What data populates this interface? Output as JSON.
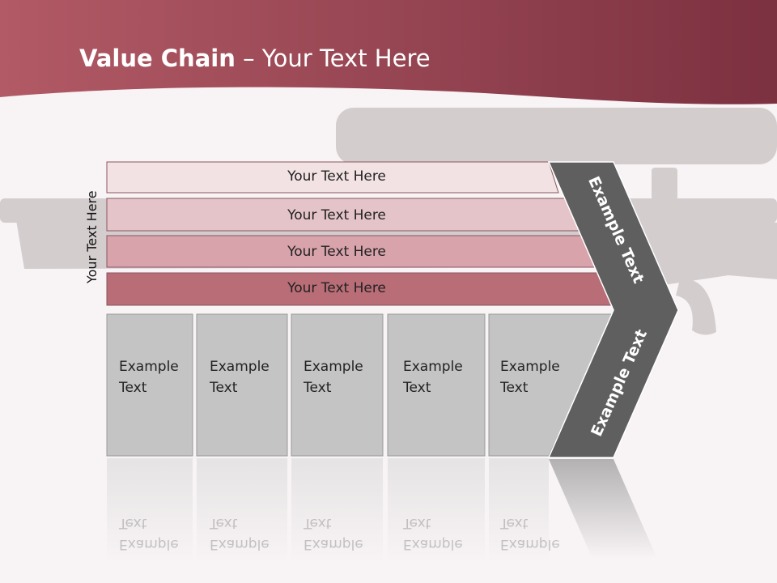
{
  "slide": {
    "title_bold": "Value Chain",
    "title_rest": " – Your Text Here",
    "side_label": "Your Text Here"
  },
  "bars": [
    {
      "label": "Your Text Here",
      "color": "#f2e2e4"
    },
    {
      "label": "Your Text Here",
      "color": "#e5c4c9"
    },
    {
      "label": "Your Text Here",
      "color": "#d8a3ab"
    },
    {
      "label": "Your Text Here",
      "color": "#b96d77"
    }
  ],
  "boxes": [
    {
      "line1": "Example",
      "line2": "Text"
    },
    {
      "line1": "Example",
      "line2": "Text"
    },
    {
      "line1": "Example",
      "line2": "Text"
    },
    {
      "line1": "Example",
      "line2": "Text"
    },
    {
      "line1": "Example",
      "line2": "Text"
    }
  ],
  "chevron": {
    "upper_label": "Example Text",
    "lower_label": "Example Text",
    "color": "#5f5f5f"
  },
  "theme": {
    "header_color": "#a04a55",
    "box_color": "#c4c4c4"
  }
}
